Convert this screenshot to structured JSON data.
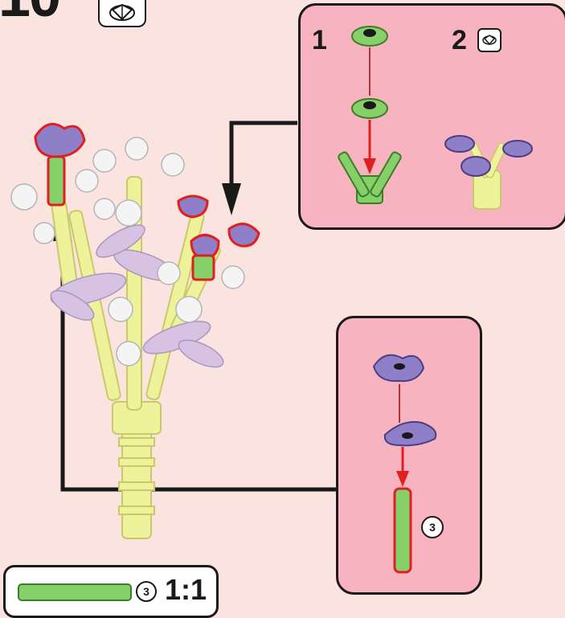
{
  "step": {
    "number": "10",
    "rotate_icon": "rotate-model-icon"
  },
  "callout_top": {
    "substep_1": "1",
    "substep_2": "2",
    "rotate_icon": "rotate-model-icon"
  },
  "callout_right": {
    "part_quantity": "3"
  },
  "parts_list": {
    "part_color": "#86d06a",
    "quantity": "3",
    "scale": "1:1"
  },
  "colors": {
    "background": "#fbe3e0",
    "callout_fill": "#f7b3bf",
    "flower_purple": "#8f7fc9",
    "stem_green": "#86d06a",
    "stem_yellow": "#eef29a",
    "highlight_red": "#e02020"
  }
}
